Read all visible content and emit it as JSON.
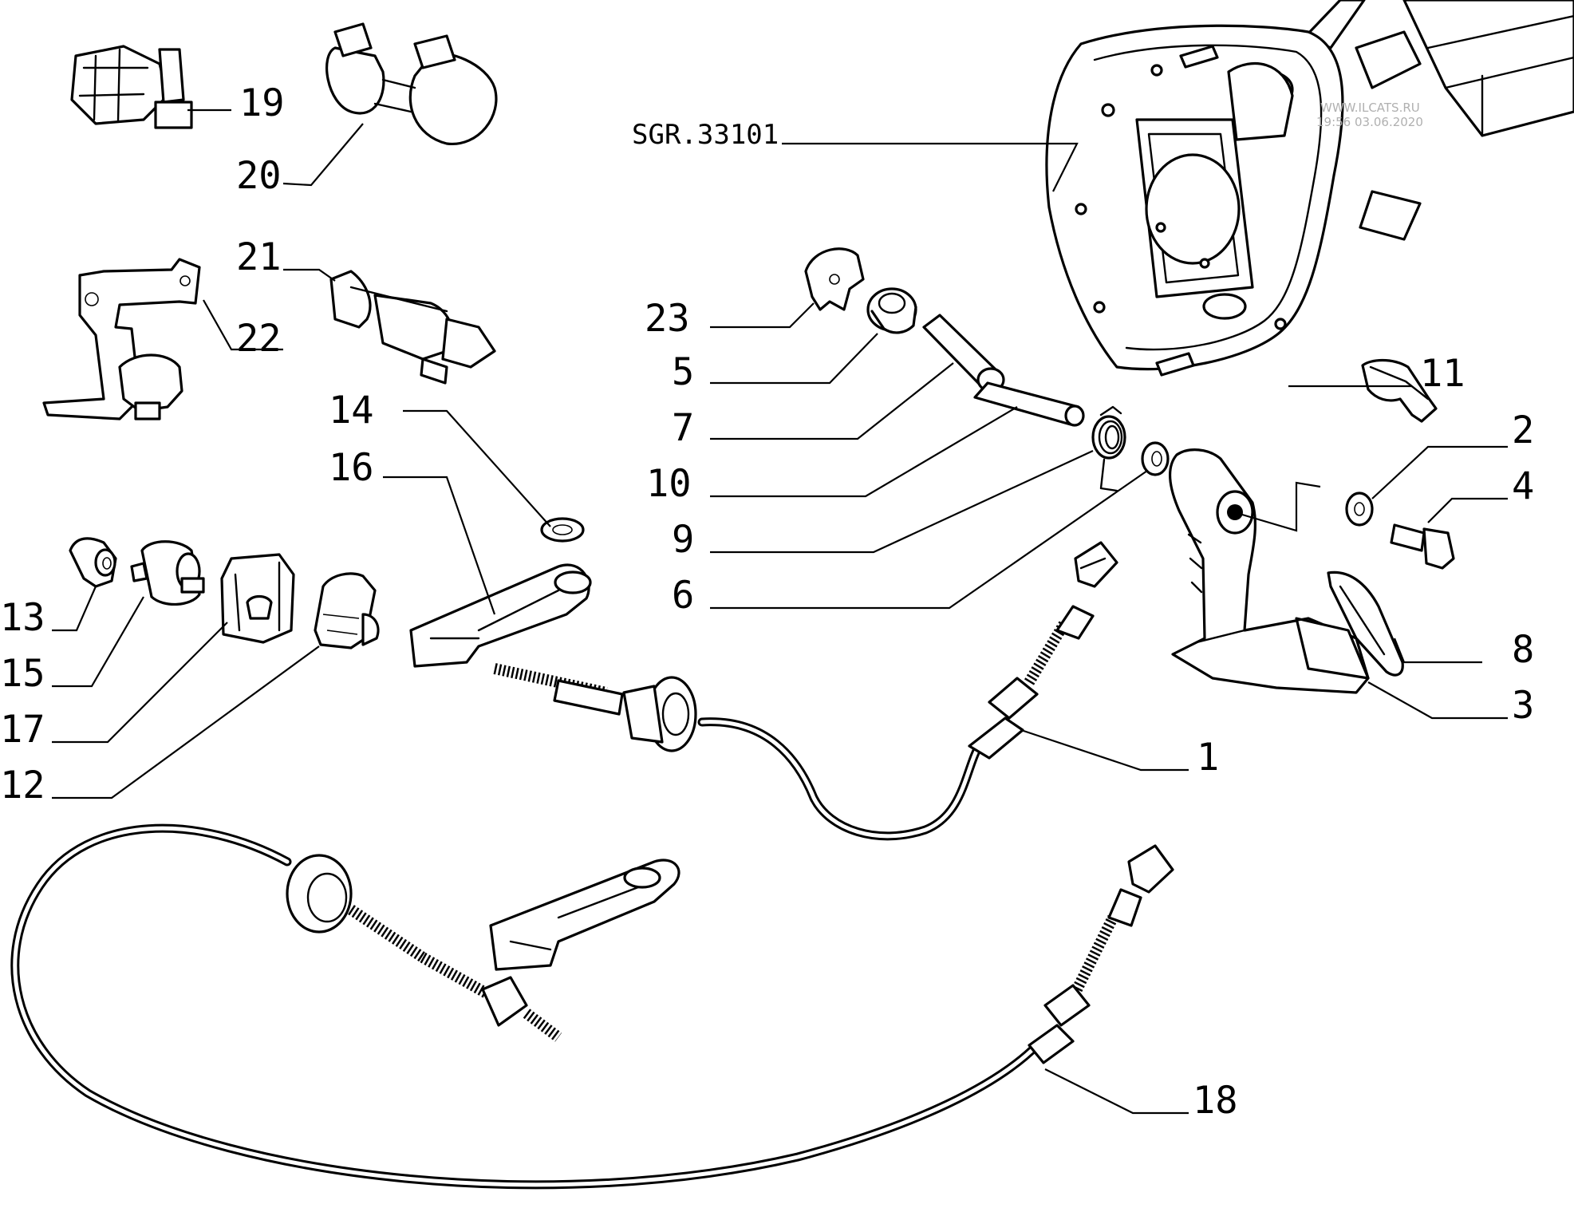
{
  "reference_code": "SGR.33101",
  "watermark": [
    "WWW.ILCATS.RU",
    "19:56 03.06.2020"
  ],
  "callouts": [
    "19",
    "20",
    "21",
    "22",
    "23",
    "5",
    "7",
    "10",
    "9",
    "6",
    "14",
    "16",
    "13",
    "15",
    "17",
    "12",
    "11",
    "2",
    "4",
    "8",
    "3",
    "1",
    "18"
  ]
}
